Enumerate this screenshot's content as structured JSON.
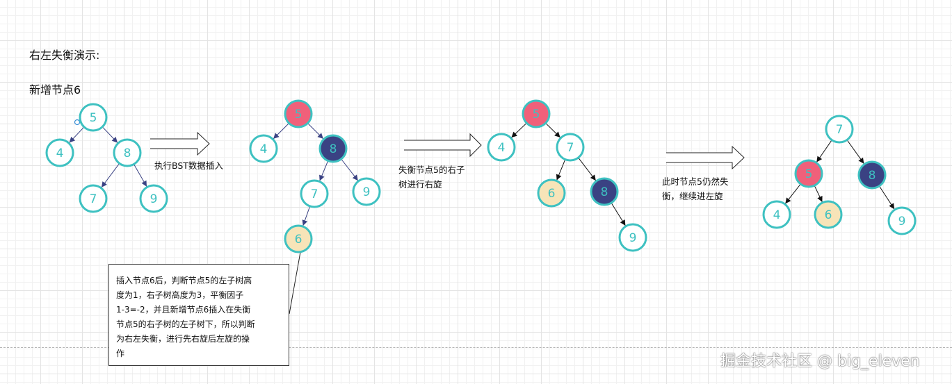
{
  "title": "右左失衡演示:",
  "subtitle": "新增节点6",
  "labels": {
    "step1": "执行BST数据插入",
    "step2_line1": "失衡节点5的右子",
    "step2_line2": "树进行右旋",
    "step3_line1": "此时节点5仍然失",
    "step3_line2": "衡，继续进左旋"
  },
  "note": {
    "lines": [
      "插入节点6后，判断节点5的左子树高",
      "度为1，右子树高度为3，平衡因子",
      "1-3=-2，并且新增节点6插入在失衡",
      "节点5的右子树的左子树下，所以判断",
      "为右左失衡，进行先右旋后左旋的操",
      "作"
    ]
  },
  "watermark": "掘金技术社区 @ big_eleven",
  "colors": {
    "teal": "#3ec1c1",
    "unbalanced": "#f0607a",
    "rotating": "#3a4283",
    "inserted": "#f7e4b8",
    "edge_dark": "#3a4283",
    "edge_black": "#111111"
  },
  "trees": [
    {
      "name": "initial",
      "nodes": [
        {
          "id": "5",
          "label": "5",
          "style": "plain"
        },
        {
          "id": "4",
          "label": "4",
          "style": "plain"
        },
        {
          "id": "8",
          "label": "8",
          "style": "plain"
        },
        {
          "id": "7",
          "label": "7",
          "style": "plain"
        },
        {
          "id": "9",
          "label": "9",
          "style": "plain"
        }
      ],
      "edges": [
        [
          "5",
          "4"
        ],
        [
          "5",
          "8"
        ],
        [
          "8",
          "7"
        ],
        [
          "8",
          "9"
        ]
      ]
    },
    {
      "name": "after-insert",
      "nodes": [
        {
          "id": "5",
          "label": "5",
          "style": "unbalanced"
        },
        {
          "id": "4",
          "label": "4",
          "style": "plain"
        },
        {
          "id": "8",
          "label": "8",
          "style": "rotating"
        },
        {
          "id": "7",
          "label": "7",
          "style": "plain"
        },
        {
          "id": "9",
          "label": "9",
          "style": "plain"
        },
        {
          "id": "6",
          "label": "6",
          "style": "inserted"
        }
      ],
      "edges": [
        [
          "5",
          "4"
        ],
        [
          "5",
          "8"
        ],
        [
          "8",
          "7"
        ],
        [
          "8",
          "9"
        ],
        [
          "7",
          "6"
        ]
      ]
    },
    {
      "name": "after-right-rotation",
      "nodes": [
        {
          "id": "5",
          "label": "5",
          "style": "unbalanced"
        },
        {
          "id": "4",
          "label": "4",
          "style": "plain"
        },
        {
          "id": "7",
          "label": "7",
          "style": "plain"
        },
        {
          "id": "6",
          "label": "6",
          "style": "inserted"
        },
        {
          "id": "8",
          "label": "8",
          "style": "rotating"
        },
        {
          "id": "9",
          "label": "9",
          "style": "plain"
        }
      ],
      "edges": [
        [
          "5",
          "4"
        ],
        [
          "5",
          "7"
        ],
        [
          "7",
          "6"
        ],
        [
          "7",
          "8"
        ],
        [
          "8",
          "9"
        ]
      ]
    },
    {
      "name": "after-left-rotation",
      "nodes": [
        {
          "id": "7",
          "label": "7",
          "style": "plain"
        },
        {
          "id": "5",
          "label": "5",
          "style": "unbalanced"
        },
        {
          "id": "8",
          "label": "8",
          "style": "rotating"
        },
        {
          "id": "4",
          "label": "4",
          "style": "plain"
        },
        {
          "id": "6",
          "label": "6",
          "style": "inserted"
        },
        {
          "id": "9",
          "label": "9",
          "style": "plain"
        }
      ],
      "edges": [
        [
          "7",
          "5"
        ],
        [
          "7",
          "8"
        ],
        [
          "5",
          "4"
        ],
        [
          "5",
          "6"
        ],
        [
          "8",
          "9"
        ]
      ]
    }
  ]
}
